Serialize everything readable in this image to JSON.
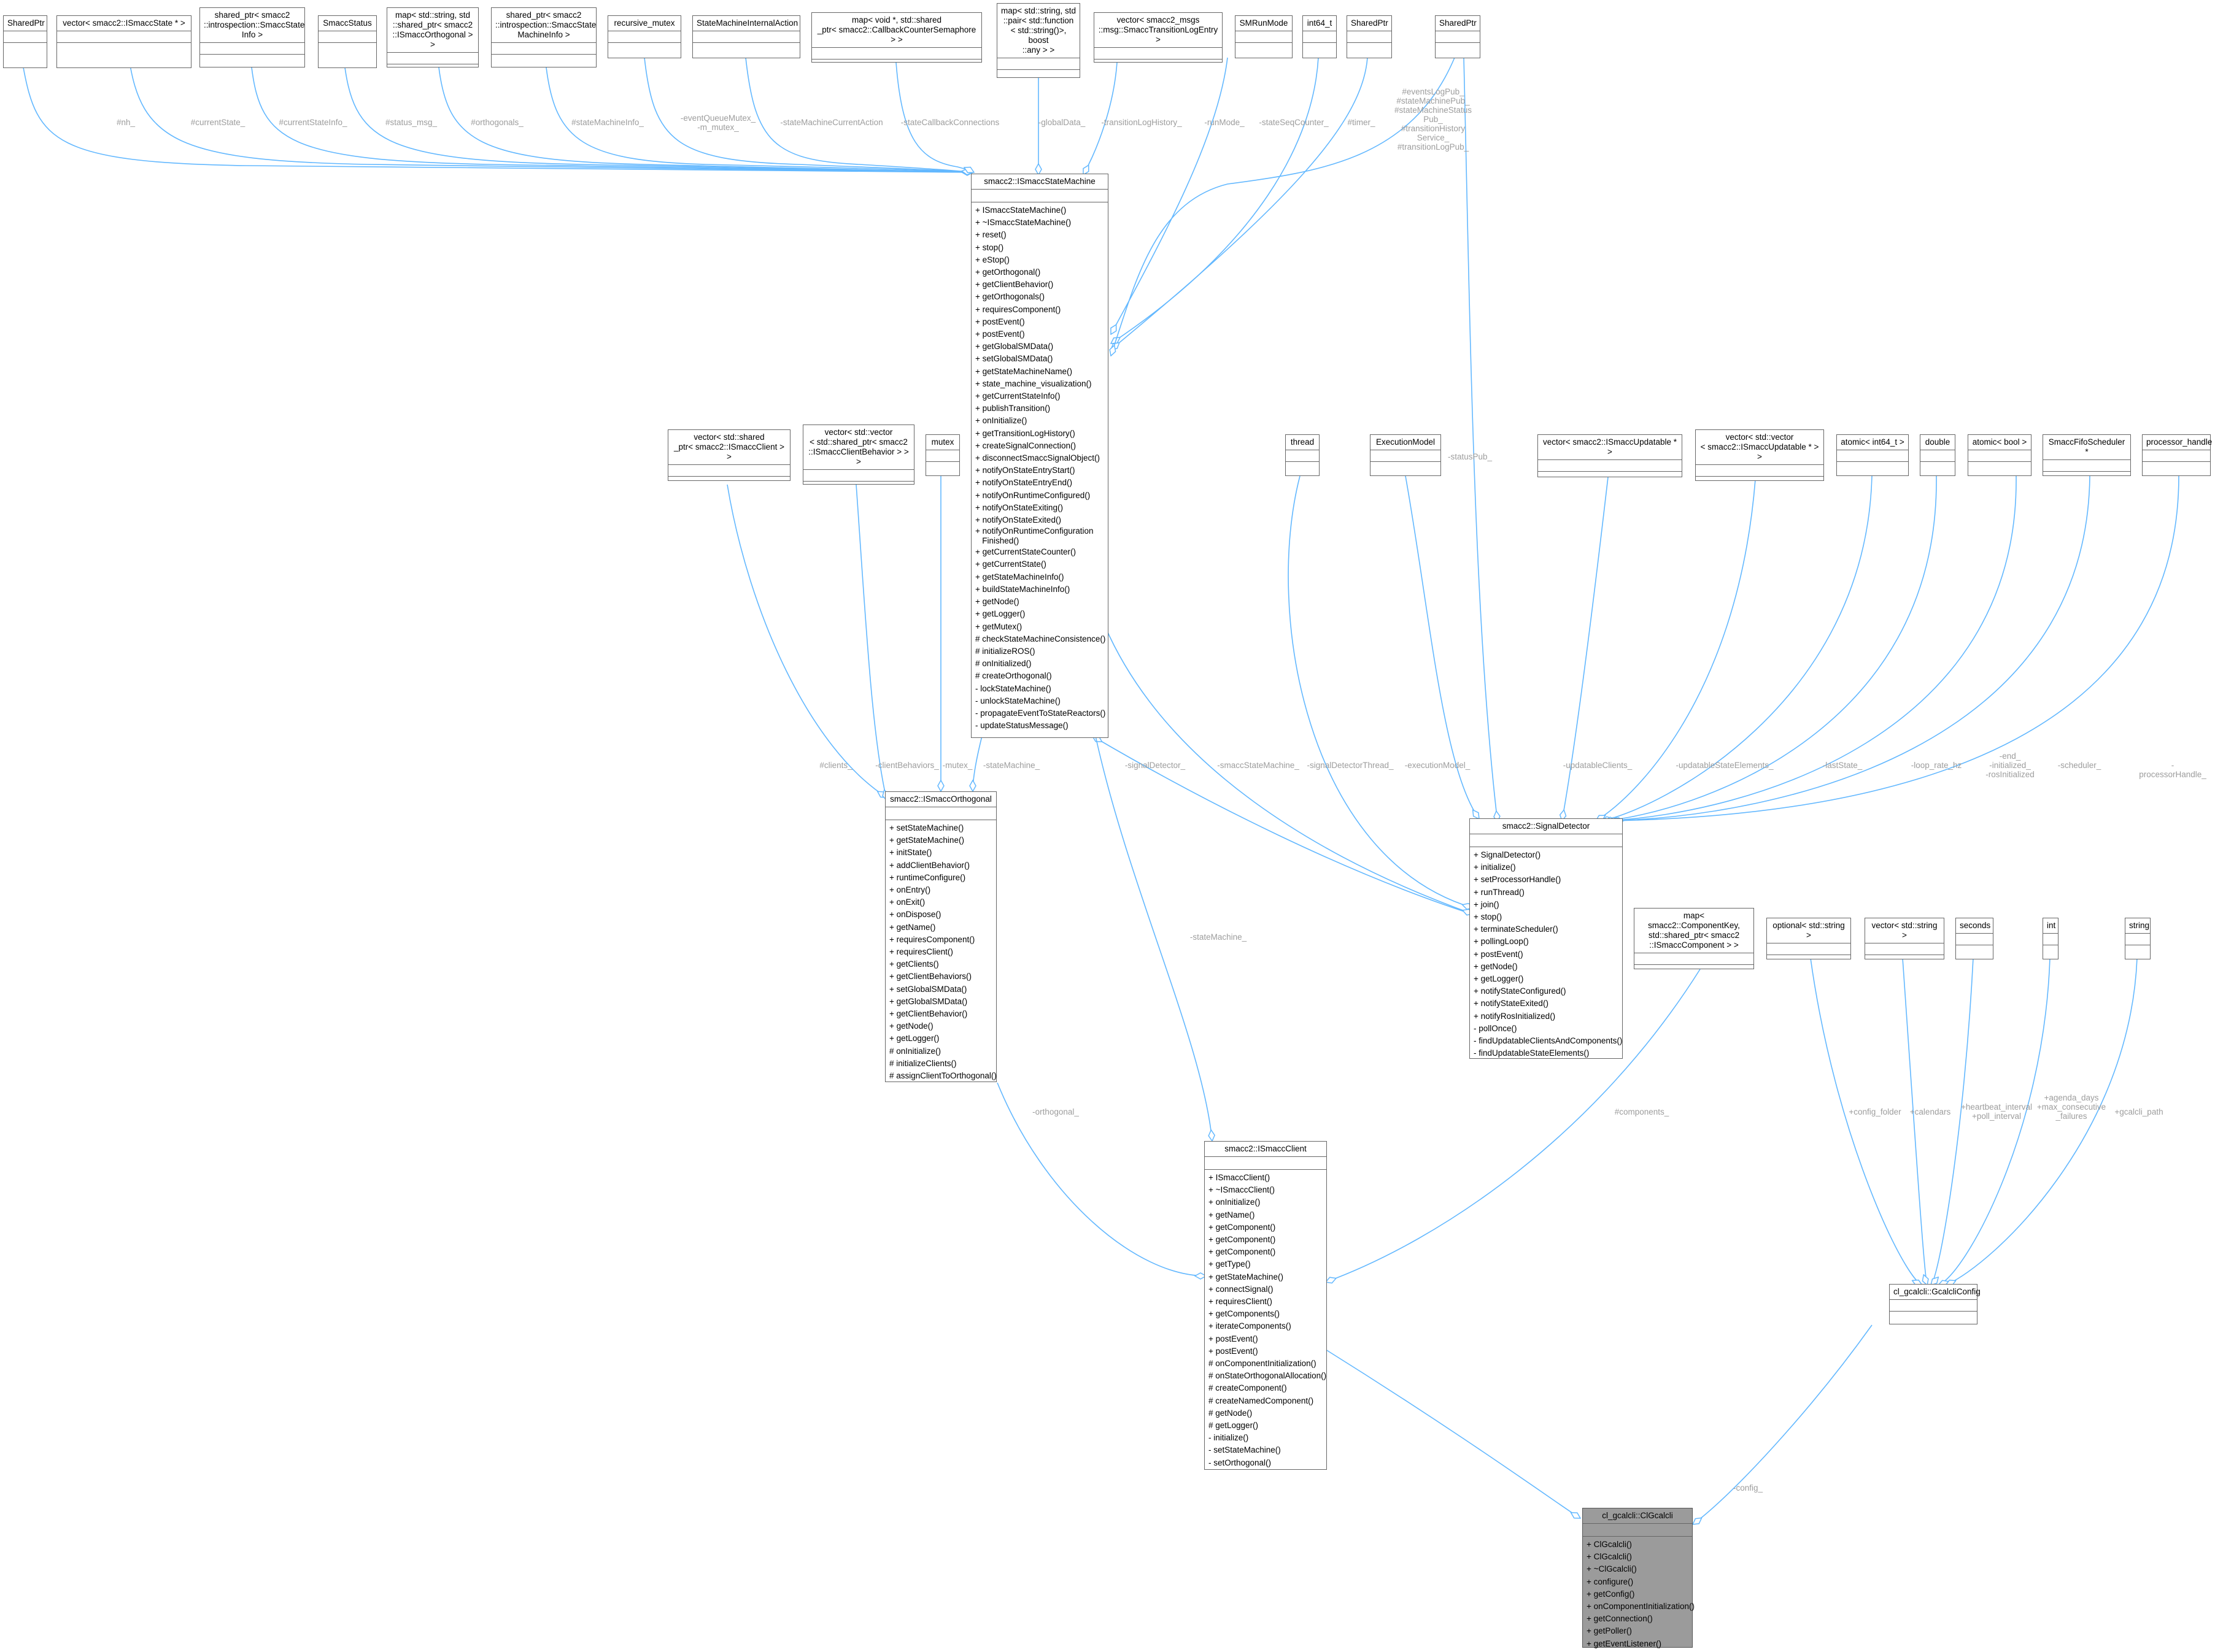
{
  "colors": {
    "edge": "#63b8ff",
    "label": "#9d9d9d",
    "focus_fill": "#9b9b9b",
    "border": "#666666"
  },
  "nodes": {
    "n_sharedptr1": "SharedPtr",
    "n_vecstate": "vector< smacc2::ISmaccState * >",
    "n_spstateinfo": "shared_ptr< smacc2\n::introspection::SmaccState\nInfo >",
    "n_smaccstatus": "SmaccStatus",
    "n_maporth": "map< std::string, std\n::shared_ptr< smacc2\n::ISmaccOrthogonal > >",
    "n_spsminfo": "shared_ptr< smacc2\n::introspection::SmaccState\nMachineInfo >",
    "n_recmutex": "recursive_mutex",
    "n_sminternal": "StateMachineInternalAction",
    "n_mapvoid": "map< void *, std::shared\n_ptr< smacc2::CallbackCounterSemaphore > >",
    "n_mapfunc": "map< std::string, std\n::pair< std::function\n< std::string()>, boost\n::any > >",
    "n_vectranslog": "vector< smacc2_msgs\n::msg::SmaccTransitionLogEntry >",
    "n_smrunmode": "SMRunMode",
    "n_int64": "int64_t",
    "n_sharedptr2": "SharedPtr",
    "n_sharedptr3": "SharedPtr",
    "n_vecclient": "vector< std::shared\n_ptr< smacc2::ISmaccClient > >",
    "n_vecvecbeh": "vector< std::vector\n< std::shared_ptr< smacc2\n::ISmaccClientBehavior > > >",
    "n_mutex": "mutex",
    "n_thread": "thread",
    "n_execmodel": "ExecutionModel",
    "n_vecupd": "vector< smacc2::ISmaccUpdatable * >",
    "n_vecvecupd": "vector< std::vector\n< smacc2::ISmaccUpdatable * > >",
    "n_atomicint": "atomic< int64_t >",
    "n_double": "double",
    "n_atomicbool": "atomic< bool >",
    "n_fifo": "SmaccFifoScheduler *",
    "n_prochandle": "processor_handle",
    "n_mapcomp": "map< smacc2::ComponentKey,\n std::shared_ptr< smacc2\n::ISmaccComponent > >",
    "n_optstr": "optional< std::string >",
    "n_vecstr": "vector< std::string >",
    "n_seconds": "seconds",
    "n_int": "int",
    "n_string": "string",
    "n_config": "cl_gcalcli::GcalcliConfig",
    "n_sm": "smacc2::ISmaccStateMachine",
    "n_orth": "smacc2::ISmaccOrthogonal",
    "n_sd": "smacc2::SignalDetector",
    "n_client": "smacc2::ISmaccClient",
    "n_gcalcli": "cl_gcalcli::ClGcalcli"
  },
  "members": {
    "sm": [
      "+ ISmaccStateMachine()",
      "+ ~ISmaccStateMachine()",
      "+ reset()",
      "+ stop()",
      "+ eStop()",
      "+ getOrthogonal()",
      "+ getClientBehavior()",
      "+ getOrthogonals()",
      "+ requiresComponent()",
      "+ postEvent()",
      "+ postEvent()",
      "+ getGlobalSMData()",
      "+ setGlobalSMData()",
      "+ getStateMachineName()",
      "+ state_machine_visualization()",
      "+ getCurrentStateInfo()",
      "+ publishTransition()",
      "+ onInitialize()",
      "+ getTransitionLogHistory()",
      "+ createSignalConnection()",
      "+ disconnectSmaccSignalObject()",
      "+ notifyOnStateEntryStart()",
      "+ notifyOnStateEntryEnd()",
      "+ notifyOnRuntimeConfigured()",
      "+ notifyOnStateExiting()",
      "+ notifyOnStateExited()",
      "+ notifyOnRuntimeConfiguration\n   Finished()",
      "+ getCurrentStateCounter()",
      "+ getCurrentState()",
      "+ getStateMachineInfo()",
      "+ buildStateMachineInfo()",
      "+ getNode()",
      "+ getLogger()",
      "+ getMutex()",
      "# checkStateMachineConsistence()",
      "# initializeROS()",
      "# onInitialized()",
      "# createOrthogonal()",
      "- lockStateMachine()",
      "- unlockStateMachine()",
      "- propagateEventToStateReactors()",
      "- updateStatusMessage()"
    ],
    "orth": [
      "+ setStateMachine()",
      "+ getStateMachine()",
      "+ initState()",
      "+ addClientBehavior()",
      "+ runtimeConfigure()",
      "+ onEntry()",
      "+ onExit()",
      "+ onDispose()",
      "+ getName()",
      "+ requiresComponent()",
      "+ requiresClient()",
      "+ getClients()",
      "+ getClientBehaviors()",
      "+ setGlobalSMData()",
      "+ getGlobalSMData()",
      "+ getClientBehavior()",
      "+ getNode()",
      "+ getLogger()",
      "# onInitialize()",
      "# initializeClients()",
      "# assignClientToOrthogonal()"
    ],
    "sd": [
      "+ SignalDetector()",
      "+ initialize()",
      "+ setProcessorHandle()",
      "+ runThread()",
      "+ join()",
      "+ stop()",
      "+ terminateScheduler()",
      "+ pollingLoop()",
      "+ postEvent()",
      "+ getNode()",
      "+ getLogger()",
      "+ notifyStateConfigured()",
      "+ notifyStateExited()",
      "+ notifyRosInitialized()",
      "- pollOnce()",
      "- findUpdatableClientsAndComponents()",
      "- findUpdatableStateElements()"
    ],
    "client": [
      "+ ISmaccClient()",
      "+ ~ISmaccClient()",
      "+ onInitialize()",
      "+ getName()",
      "+ getComponent()",
      "+ getComponent()",
      "+ getComponent()",
      "+ getType()",
      "+ getStateMachine()",
      "+ connectSignal()",
      "+ requiresClient()",
      "+ getComponents()",
      "+ iterateComponents()",
      "+ postEvent()",
      "+ postEvent()",
      "# onComponentInitialization()",
      "# onStateOrthogonalAllocation()",
      "# createComponent()",
      "# createNamedComponent()",
      "# getNode()",
      "# getLogger()",
      "- initialize()",
      "- setStateMachine()",
      "- setOrthogonal()"
    ],
    "gcalcli": [
      "+ ClGcalcli()",
      "+ ClGcalcli()",
      "+ ~ClGcalcli()",
      "+ configure()",
      "+ getConfig()",
      "+ onComponentInitialization()",
      "+ getConnection()",
      "+ getPoller()",
      "+ getEventListener()"
    ]
  },
  "labels": {
    "l_nh": "#nh_",
    "l_curstate": "#currentState_",
    "l_curstateinfo": "#currentStateInfo_",
    "l_status": "#status_msg_",
    "l_orthogonals": "#orthogonals_",
    "l_sminfo": "#stateMachineInfo_",
    "l_mutexes": "-eventQueueMutex_\n-m_mutex_",
    "l_smcuraction": "-stateMachineCurrentAction",
    "l_cbconn": "-stateCallbackConnections",
    "l_globaldata": "-globalData_",
    "l_translog": "-transitionLogHistory_",
    "l_runmode": "-runMode_",
    "l_seqcounter": "-stateSeqCounter_",
    "l_timer": "#timer_",
    "l_pubs": "#eventsLogPub_\n#stateMachinePub_\n#stateMachineStatus\nPub_\n#transitionHistory\nService_\n#transitionLogPub_",
    "l_statuspub": "-statusPub_",
    "l_clients": "#clients_",
    "l_clientbeh": "-clientBehaviors_",
    "l_mutex": "-mutex_",
    "l_statemachine1": "-stateMachine_",
    "l_signaldetector": "-signalDetector_",
    "l_smaccsm": "-smaccStateMachine_",
    "l_sdthread": "-signalDetectorThread_",
    "l_execmodel": "-executionModel_",
    "l_updclients": "-updatableClients_",
    "l_updstate": "-updatableStateElements_",
    "l_laststate": "-lastState_",
    "l_looprate": "-loop_rate_hz",
    "l_end": "-end_\n-initialized_\n-rosInitialized",
    "l_scheduler": "-scheduler_",
    "l_prochandle": "-processorHandle_",
    "l_statemachine2": "-stateMachine_",
    "l_orthogonal": "-orthogonal_",
    "l_components": "#components_",
    "l_configfolder": "+config_folder",
    "l_calendars": "+calendars",
    "l_heartbeat": "+heartbeat_interval\n+poll_interval",
    "l_agenda": "+agenda_days\n+max_consecutive\n_failures",
    "l_gcalclipath": "+gcalcli_path",
    "l_config": "-config_"
  }
}
